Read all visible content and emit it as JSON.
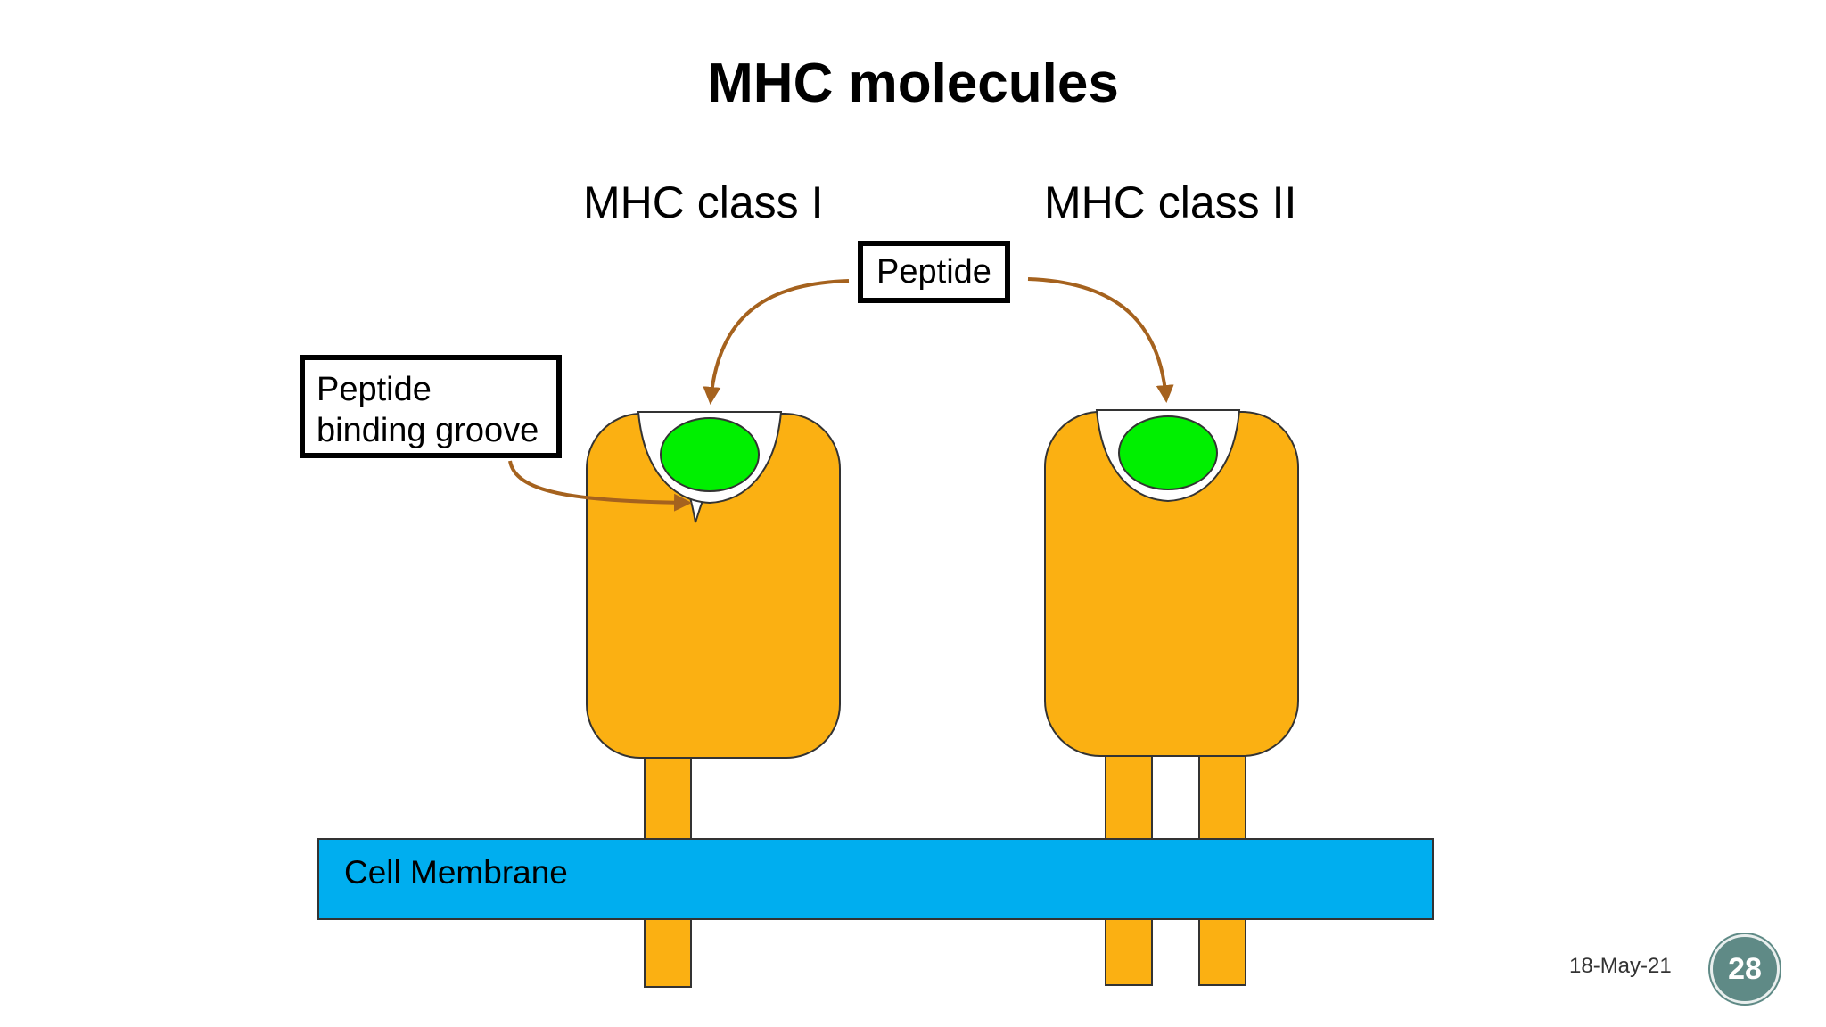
{
  "title": "MHC molecules",
  "labels": {
    "class_i": "MHC class I",
    "class_ii": "MHC class II",
    "peptide": "Peptide",
    "groove_line1": "Peptide",
    "groove_line2": "binding groove",
    "membrane": "Cell Membrane"
  },
  "footer": {
    "date": "18-May-21",
    "page_number": "28"
  },
  "colors": {
    "molecule": "#FBB012",
    "peptide": "#00F000",
    "membrane": "#00AEEF",
    "arrow": "#A5621E"
  }
}
